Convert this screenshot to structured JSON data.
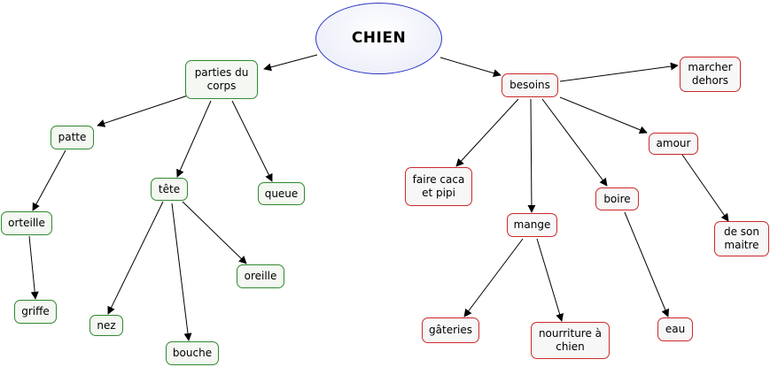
{
  "nodes": {
    "chien": "CHIEN",
    "parties_du_corps": "parties du\ncorps",
    "patte": "patte",
    "orteille": "orteille",
    "griffe": "griffe",
    "tete": "tête",
    "nez": "nez",
    "bouche": "bouche",
    "oreille": "oreille",
    "queue": "queue",
    "besoins": "besoins",
    "marcher_dehors": "marcher\ndehors",
    "faire_caca": "faire caca\net pipi",
    "mange": "mange",
    "gateries": "gâteries",
    "nourriture": "nourriture à\nchien",
    "boire": "boire",
    "eau": "eau",
    "amour": "amour",
    "de_son_maitre": "de son\nmaitre"
  },
  "colors": {
    "root_border": "#2b33c4",
    "left_branch_border": "#2f8a2f",
    "right_branch_border": "#cc2a2a",
    "edge": "#000000"
  }
}
